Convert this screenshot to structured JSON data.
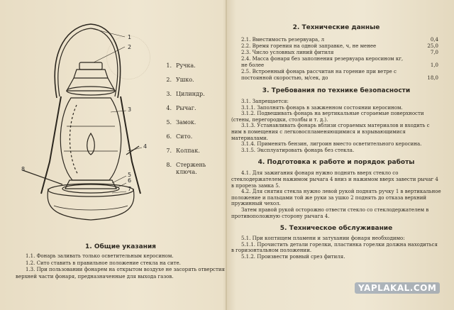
{
  "legend": [
    {
      "n": "1.",
      "t": "Ручка."
    },
    {
      "n": "2.",
      "t": "Ушко."
    },
    {
      "n": "3.",
      "t": "Цилиндр."
    },
    {
      "n": "4.",
      "t": "Рычаг."
    },
    {
      "n": "5.",
      "t": "Замок."
    },
    {
      "n": "6.",
      "t": "Сито."
    },
    {
      "n": "7.",
      "t": "Колпак."
    },
    {
      "n": "8.",
      "t": "Стержень ключа."
    }
  ],
  "callouts": [
    "1",
    "2",
    "3",
    "4",
    "5",
    "6",
    "7",
    "8"
  ],
  "section1": {
    "title": "1. Общие указания",
    "p": [
      "1.1. Фонарь заливать только осветительным керосином.",
      "1.2. Сито ставить в правильное положение стекла на сите.",
      "1.3. При пользовании фонарем на открытом воздухе не засорять отверстия верхней части фонаря, предназначенные для выхода газов."
    ]
  },
  "section2": {
    "title": "2. Технические данные",
    "specs": [
      {
        "lbl": "2.1. Вместимость резервуара, л",
        "val": "0,4"
      },
      {
        "lbl": "2.2. Время горения на одной заправке, ч, не менее",
        "val": "25,0"
      },
      {
        "lbl": "2.3. Число условных линий фитиля",
        "val": "7,0"
      },
      {
        "lbl": "2.4. Масса фонаря без заполнения резервуара керосином кг, не более",
        "val": "1,0"
      },
      {
        "lbl": "2.5. Встроенный фонарь рассчитан на горение при ветре с постоянной скоростью, м/сек, до",
        "val": "18,0"
      }
    ]
  },
  "section3": {
    "title": "3. Требования по технике безопасности",
    "p": [
      "3.1. Запрещается:",
      "3.1.1. Заполнять фонарь в зажженном состоянии керосином.",
      "3.1.2. Подвешивать фонарь на вертикальные сгораемые поверхности (стены, перегородки, столбы и т. д.).",
      "3.1.3. Устанавливать фонарь вблизи сгораемых материалов и входить с ним в помещения с легковоспламеняющимися и взрывающимися материалами.",
      "3.1.4. Применять бензин, лигроин вместо осветительного керосина.",
      "3.1.5. Эксплуатировать фонарь без стекла."
    ]
  },
  "section4": {
    "title": "4. Подготовка к работе и порядок работы",
    "p": [
      "4.1. Для зажигания фонаря нужно поднять вверх стекло со стеклодержателем нажимом рычага 4 вниз и нажимом вверх завести рычаг 4 в прорезь замка 5.",
      "4.2. Для снятия стекла нужно левой рукой поднять ручку 1 в вертикальное положение и пальцами той же руки за ушко 2 поднять до отказа верхний пружинный чехол.",
      "Затем правой рукой осторожно отвести стекло со стеклодержателем в противоположную сторону рычага 4."
    ]
  },
  "section5": {
    "title": "5. Техническое обслуживание",
    "p": [
      "5.1. При коптящем пламени и затухании фонаря необходимо:",
      "5.1.1. Прочистить детали горелки, пластинка горелки должна находиться в горизонтальном положении.",
      "5.1.2. Произвести ровный срез фитиля."
    ]
  },
  "watermark": "YAPLAKAL.COM"
}
